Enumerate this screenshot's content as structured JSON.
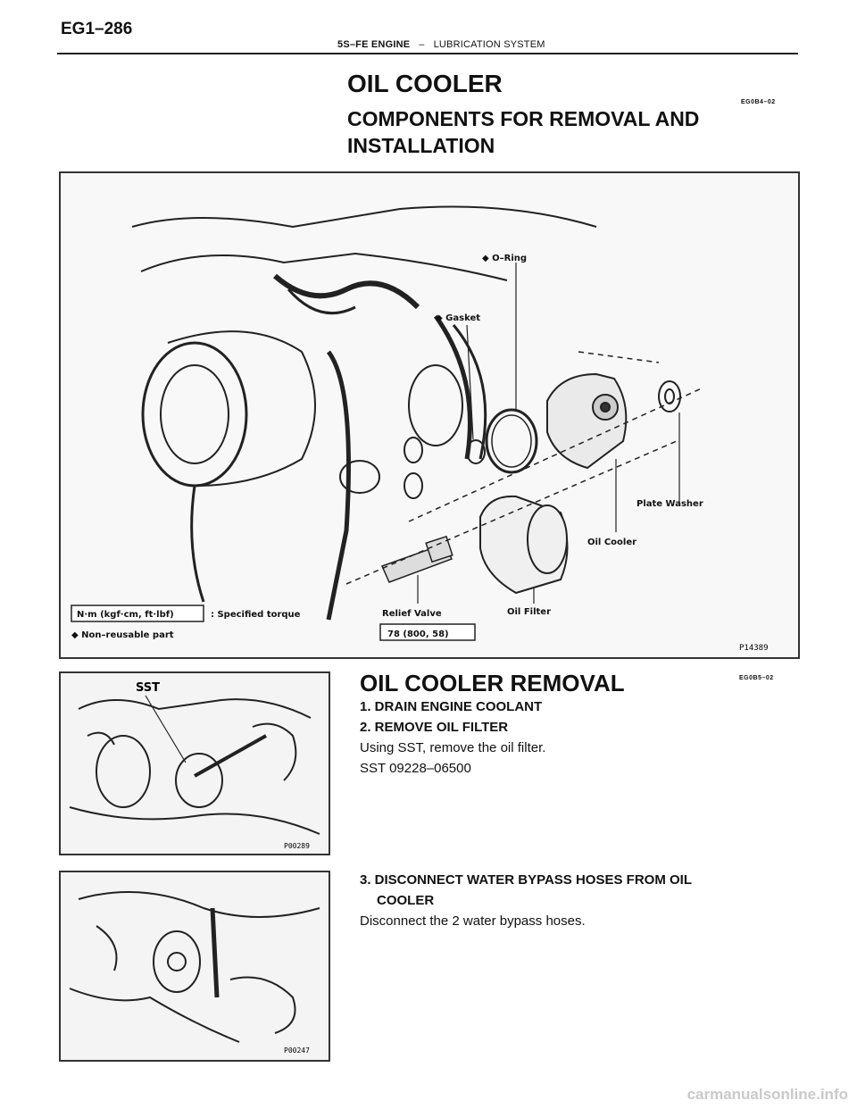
{
  "header": {
    "page_number": "EG1–286",
    "engine": "5S–FE ENGINE",
    "separator": "–",
    "section": "LUBRICATION SYSTEM"
  },
  "title": "OIL COOLER",
  "title_code": "EG0B4–02",
  "subtitle": "COMPONENTS FOR REMOVAL AND INSTALLATION",
  "diagram": {
    "figure_id": "P14389",
    "labels": {
      "o_ring": "◆ O–Ring",
      "gasket": "◆ Gasket",
      "plate_washer": "Plate Washer",
      "oil_cooler": "Oil Cooler",
      "oil_filter": "Oil Filter",
      "relief_valve": "Relief Valve",
      "torque_value": "78 (800, 58)"
    },
    "legend": {
      "torque_unit": "N·m (kgf·cm, ft·lbf)",
      "torque_desc": ": Specified torque",
      "non_reusable": "◆ Non–reusable part"
    }
  },
  "removal": {
    "title": "OIL COOLER REMOVAL",
    "title_code": "EG0B5–02",
    "figure_id": "P00289",
    "sst_label": "SST",
    "step1": "1. DRAIN ENGINE COOLANT",
    "step2": "2. REMOVE OIL FILTER",
    "step2_text": "Using SST, remove the oil filter.",
    "step2_sst": "SST  09228–06500",
    "step3_line1": "3. DISCONNECT WATER BYPASS HOSES FROM OIL",
    "step3_line2": "COOLER",
    "step3_text": "Disconnect the 2 water bypass hoses.",
    "figure2_id": "P00247"
  },
  "watermark": "carmanualsonline.info"
}
